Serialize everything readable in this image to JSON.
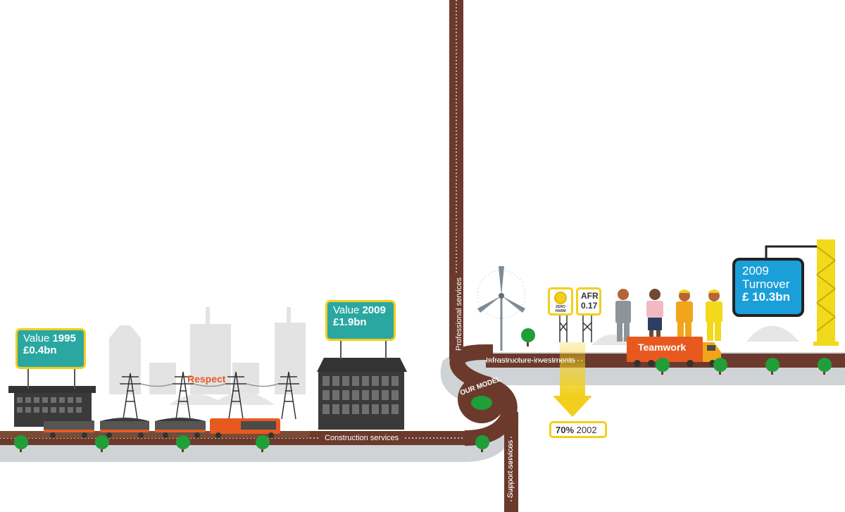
{
  "billboards": {
    "value_1995": {
      "prefix": "Value",
      "year": "1995",
      "amount": "£0.4bn"
    },
    "value_2009": {
      "prefix": "Value",
      "year": "2009",
      "amount": "£1.9bn"
    },
    "turnover_2009": {
      "line1": "2009",
      "line2": "Turnover",
      "amount": "£ 10.3bn"
    }
  },
  "labels": {
    "respect": "Respect",
    "teamwork": "Teamwork",
    "our_model": "OUR MODEL"
  },
  "roads": {
    "construction": "Construction services",
    "infrastructure": "Infrastructure investments",
    "professional": "Professional services",
    "support": "Support services"
  },
  "signs": {
    "zero_harm": "ZERO HARM",
    "afr_label": "AFR",
    "afr_value": "0.17"
  },
  "callout": {
    "percent": "70%",
    "year": "2002"
  },
  "colors": {
    "road_brown": "#6b3a2c",
    "road_shadow": "#cfd3d6",
    "teal": "#2aa7a1",
    "blue": "#1b9fd9",
    "yellow": "#f2cf1d",
    "orange": "#e8591f",
    "tree_green": "#1f9e3a"
  }
}
